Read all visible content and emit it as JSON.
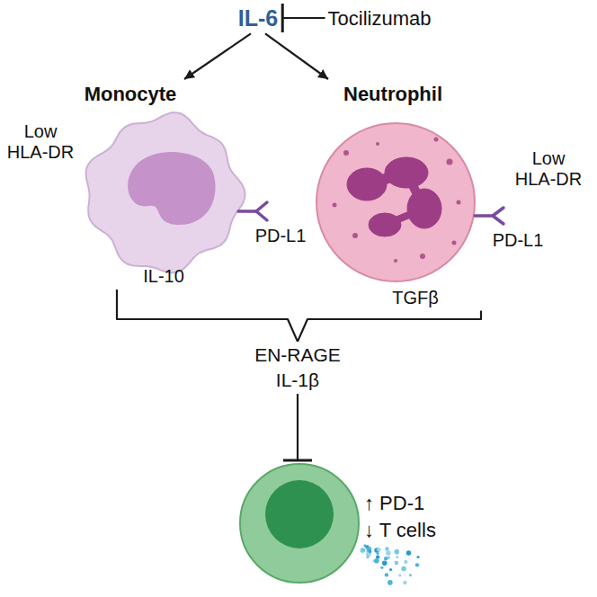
{
  "diagram": {
    "nodes": [
      {
        "text": [
          "IL-6"
        ]
      },
      {
        "text": [
          "Tocilizumab"
        ]
      },
      {
        "text": [
          "Monocyte",
          "Low HLA-DR",
          "PD-L1",
          "IL-10"
        ]
      },
      {
        "text": [
          "Neutrophil",
          "Low HLA-DR",
          "PD-L1",
          "TGFβ"
        ]
      },
      {
        "text": [
          "EN-RAGE",
          "IL-1β"
        ]
      },
      {
        "text": [
          "↑ PD-1",
          "↓ T cells"
        ]
      }
    ],
    "edges": [
      {
        "from": 1,
        "to": 0,
        "arrow": "to"
      },
      {
        "from": 0,
        "to": 2,
        "arrow": "to"
      },
      {
        "from": 0,
        "to": 3,
        "arrow": "to"
      },
      {
        "from": 2,
        "to": 4,
        "arrow": "none"
      },
      {
        "from": 3,
        "to": 4,
        "arrow": "none"
      },
      {
        "from": 4,
        "to": 5,
        "arrow": "to"
      }
    ]
  }
}
